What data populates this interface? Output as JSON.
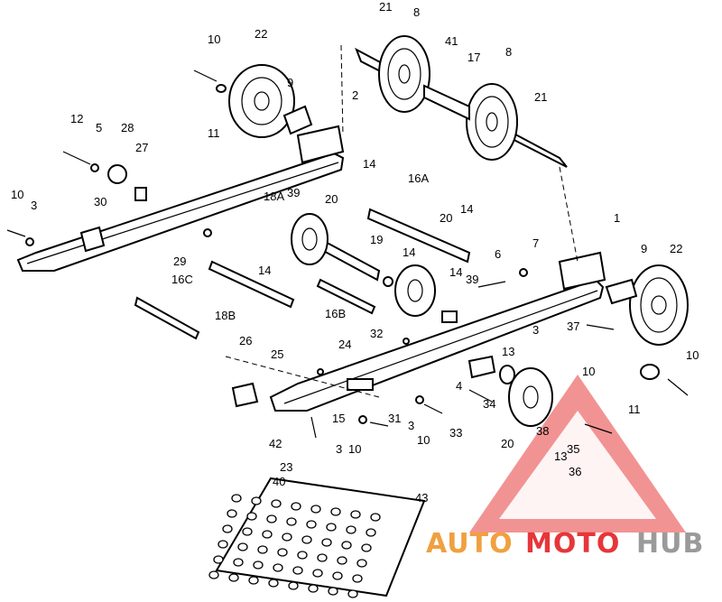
{
  "callouts": [
    {
      "id": "c21a",
      "text": "21"
    },
    {
      "id": "c8a",
      "text": "8"
    },
    {
      "id": "c41",
      "text": "41"
    },
    {
      "id": "c17",
      "text": "17"
    },
    {
      "id": "c8b",
      "text": "8"
    },
    {
      "id": "c21b",
      "text": "21"
    },
    {
      "id": "c10a",
      "text": "10"
    },
    {
      "id": "c22a",
      "text": "22"
    },
    {
      "id": "c9a",
      "text": "9"
    },
    {
      "id": "c11a",
      "text": "11"
    },
    {
      "id": "c2",
      "text": "2"
    },
    {
      "id": "c12",
      "text": "12"
    },
    {
      "id": "c5",
      "text": "5"
    },
    {
      "id": "c28",
      "text": "28"
    },
    {
      "id": "c27",
      "text": "27"
    },
    {
      "id": "c14a",
      "text": "14"
    },
    {
      "id": "c16A",
      "text": "16A"
    },
    {
      "id": "c10b",
      "text": "10"
    },
    {
      "id": "c3a",
      "text": "3"
    },
    {
      "id": "c30",
      "text": "30"
    },
    {
      "id": "c18A",
      "text": "18A"
    },
    {
      "id": "c39a",
      "text": "39"
    },
    {
      "id": "c20a",
      "text": "20"
    },
    {
      "id": "c20b",
      "text": "20"
    },
    {
      "id": "c14b",
      "text": "14"
    },
    {
      "id": "c1",
      "text": "1"
    },
    {
      "id": "c29",
      "text": "29"
    },
    {
      "id": "c14c",
      "text": "14"
    },
    {
      "id": "c19",
      "text": "19"
    },
    {
      "id": "c14d",
      "text": "14"
    },
    {
      "id": "c6",
      "text": "6"
    },
    {
      "id": "c7",
      "text": "7"
    },
    {
      "id": "c9b",
      "text": "9"
    },
    {
      "id": "c22b",
      "text": "22"
    },
    {
      "id": "c16C",
      "text": "16C"
    },
    {
      "id": "c14e",
      "text": "14"
    },
    {
      "id": "c39b",
      "text": "39"
    },
    {
      "id": "c18B",
      "text": "18B"
    },
    {
      "id": "c16B",
      "text": "16B"
    },
    {
      "id": "c37",
      "text": "37"
    },
    {
      "id": "c3b",
      "text": "3"
    },
    {
      "id": "c32",
      "text": "32"
    },
    {
      "id": "c26",
      "text": "26"
    },
    {
      "id": "c24",
      "text": "24"
    },
    {
      "id": "c25",
      "text": "25"
    },
    {
      "id": "c13a",
      "text": "13"
    },
    {
      "id": "c10c",
      "text": "10"
    },
    {
      "id": "c10d",
      "text": "10"
    },
    {
      "id": "c4",
      "text": "4"
    },
    {
      "id": "c34",
      "text": "34"
    },
    {
      "id": "c11b",
      "text": "11"
    },
    {
      "id": "c15",
      "text": "15"
    },
    {
      "id": "c31",
      "text": "31"
    },
    {
      "id": "c3c",
      "text": "3"
    },
    {
      "id": "c33",
      "text": "33"
    },
    {
      "id": "c10e",
      "text": "10"
    },
    {
      "id": "c3d",
      "text": "3"
    },
    {
      "id": "c10f",
      "text": "10"
    },
    {
      "id": "c42",
      "text": "42"
    },
    {
      "id": "c20c",
      "text": "20"
    },
    {
      "id": "c38",
      "text": "38"
    },
    {
      "id": "c13b",
      "text": "13"
    },
    {
      "id": "c35",
      "text": "35"
    },
    {
      "id": "c36",
      "text": "36"
    },
    {
      "id": "c23",
      "text": "23"
    },
    {
      "id": "c40",
      "text": "40"
    },
    {
      "id": "c43",
      "text": "43"
    }
  ],
  "watermark": {
    "part1": "AUTO",
    "part2": "MOTO",
    "part3": "HUB",
    "color_primary": "#f0a040",
    "color_secondary": "#e6363a",
    "color_tertiary": "#9a9a9a",
    "triangle_color": "#f08080"
  }
}
